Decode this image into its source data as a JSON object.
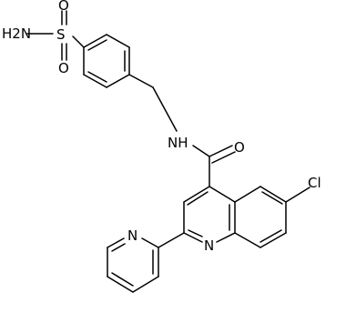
{
  "labels": {
    "h2n": "H2N",
    "s": "S",
    "o_top": "O",
    "o_bottom": "O",
    "nh": "NH",
    "o_amide": "O",
    "cl": "Cl",
    "n_quinoline": "N",
    "n_pyridine": "N"
  }
}
